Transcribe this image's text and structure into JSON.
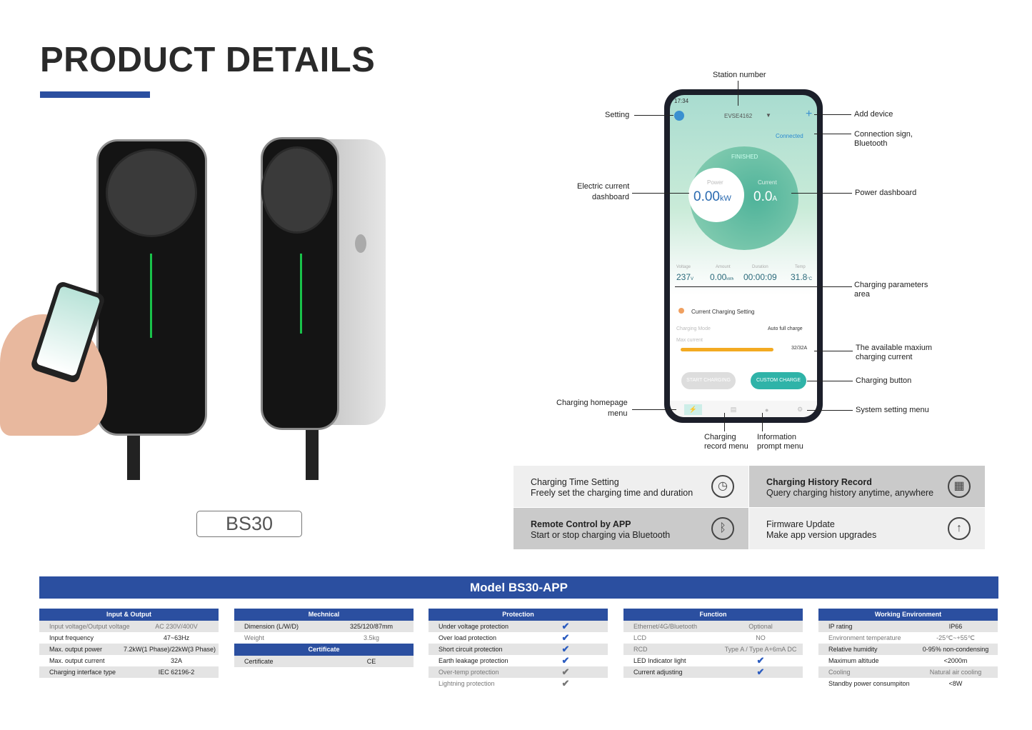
{
  "title": "PRODUCT DETAILS",
  "model_tag": "BS30",
  "phone": {
    "status_time": "17:34",
    "station": "EVSE4162",
    "connected": "Connected",
    "state": "FINISHED",
    "power_label": "Power",
    "power_value": "0.00",
    "power_unit": "kW",
    "current_label": "Current",
    "current_value": "0.0",
    "current_unit": "A",
    "params": [
      {
        "label": "Voltage",
        "value": "237",
        "unit": "V"
      },
      {
        "label": "Amount",
        "value": "0.00",
        "unit": "kWh"
      },
      {
        "label": "Duration",
        "value": "00:00:09",
        "unit": ""
      },
      {
        "label": "Temp",
        "value": "31.8",
        "unit": "°C"
      }
    ],
    "setting_title": "Current Charging Setting",
    "mode_label": "Charging Mode",
    "mode_value": "Auto full charge",
    "max_label": "Max current",
    "max_value": "32/32A",
    "max_fraction": 1.0,
    "start_btn": "START CHARGING",
    "custom_btn": "CUSTOM CHARGE"
  },
  "annotations": {
    "station": "Station number",
    "setting": "Setting",
    "add": "Add device",
    "conn1": "Connection sign,",
    "conn2": "Bluetooth",
    "elec1": "Electric current",
    "elec2": "dashboard",
    "power": "Power dashboard",
    "param1": "Charging parameters",
    "param2": "area",
    "avail1": "The available maxium",
    "avail2": "charging current",
    "btn": "Charging button",
    "home1": "Charging homepage",
    "home2": "menu",
    "sys": "System setting menu",
    "rec1": "Charging",
    "rec2": "record menu",
    "info1": "Information",
    "info2": "prompt menu"
  },
  "features": [
    {
      "title": "Charging Time Setting",
      "desc": "Freely set the charging time and duration",
      "icon": "clock-icon"
    },
    {
      "title": "Charging History Record",
      "desc": "Query charging history anytime, anywhere",
      "icon": "calendar-icon"
    },
    {
      "title": "Remote Control by APP",
      "desc": "Start or stop charging via Bluetooth",
      "icon": "bluetooth-icon"
    },
    {
      "title": "Firmware Update",
      "desc": "Make app version upgrades",
      "icon": "upload-icon"
    }
  ],
  "model_bar": "Model BS30-APP",
  "tables": {
    "io": {
      "title": "Input & Output",
      "rows": [
        [
          "Input voltage/Output voltage",
          "AC 230V/400V"
        ],
        [
          "Input frequency",
          "47~63Hz"
        ],
        [
          "Max. output power",
          "7.2kW(1 Phase)/22kW(3 Phase)"
        ],
        [
          "Max. output current",
          "32A"
        ],
        [
          "Charging interface type",
          "IEC 62196-2"
        ]
      ]
    },
    "mech": {
      "title": "Mechnical",
      "rows": [
        [
          "Dimension (L/W/D)",
          "325/120/87mm"
        ],
        [
          "Weight",
          "3.5kg"
        ]
      ],
      "cert_title": "Certificate",
      "cert_rows": [
        [
          "Certificate",
          "CE"
        ]
      ]
    },
    "prot": {
      "title": "Protection",
      "rows": [
        [
          "Under voltage protection",
          "✔"
        ],
        [
          "Over load protection",
          "✔"
        ],
        [
          "Short circuit protection",
          "✔"
        ],
        [
          "Earth leakage protection",
          "✔"
        ],
        [
          "Over-temp protection",
          "✔"
        ],
        [
          "Lightning protection",
          "✔"
        ]
      ]
    },
    "func": {
      "title": "Function",
      "rows": [
        [
          "Ethernet/4G/Bluetooth",
          "Optional"
        ],
        [
          "LCD",
          "NO"
        ],
        [
          "RCD",
          "Type A / Type A+6mA DC"
        ],
        [
          "LED Indicator light",
          "✔"
        ],
        [
          "Current adjusting",
          "✔"
        ]
      ]
    },
    "env": {
      "title": "Working Environment",
      "rows": [
        [
          "IP rating",
          "IP66"
        ],
        [
          "Environment temperature",
          "-25℃~+55℃"
        ],
        [
          "Relative humidity",
          "0-95% non-condensing"
        ],
        [
          "Maximum altitude",
          "<2000m"
        ],
        [
          "Cooling",
          "Natural air cooling"
        ],
        [
          "Standby power consumpiton",
          "<8W"
        ]
      ]
    }
  },
  "colors": {
    "brand_blue": "#2b4fa0",
    "led_green": "#19c24a",
    "accent_teal": "#2fb3a8"
  }
}
